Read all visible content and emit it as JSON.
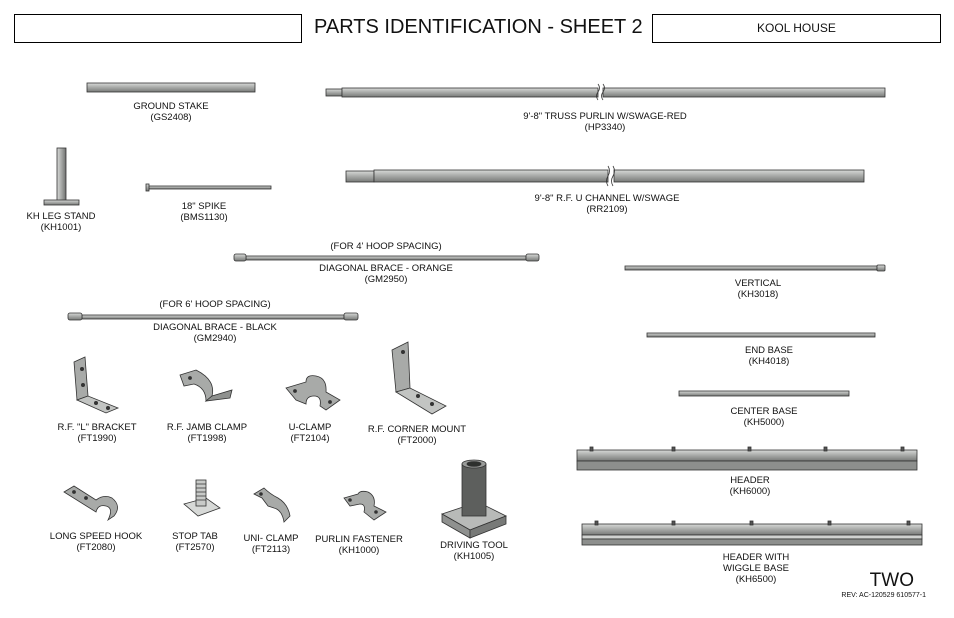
{
  "header": {
    "title": "PARTS IDENTIFICATION - SHEET 2",
    "brand": "KOOL HOUSE"
  },
  "parts": [
    {
      "key": "ground_stake",
      "name": "GROUND STAKE",
      "code": "(GS2408)"
    },
    {
      "key": "truss_purlin",
      "name": "9'-8\" TRUSS PURLIN W/SWAGE-RED",
      "code": "(HP3340)"
    },
    {
      "key": "leg_stand",
      "name": "KH LEG STAND",
      "code": "(KH1001)"
    },
    {
      "key": "spike",
      "name": "18\" SPIKE",
      "code": "(BMS1130)"
    },
    {
      "key": "u_channel",
      "name": "9'-8\" R.F. U CHANNEL W/SWAGE",
      "code": "(RR2109)"
    },
    {
      "key": "brace_orange",
      "note": "(FOR 4' HOOP SPACING)",
      "name": "DIAGONAL BRACE - ORANGE",
      "code": "(GM2950)"
    },
    {
      "key": "vertical",
      "name": "VERTICAL",
      "code": "(KH3018)"
    },
    {
      "key": "brace_black",
      "note": "(FOR 6' HOOP SPACING)",
      "name": "DIAGONAL BRACE - BLACK",
      "code": "(GM2940)"
    },
    {
      "key": "end_base",
      "name": "END BASE",
      "code": "(KH4018)"
    },
    {
      "key": "l_bracket",
      "name": "R.F. \"L\" BRACKET",
      "code": "(FT1990)"
    },
    {
      "key": "jamb_clamp",
      "name": "R.F. JAMB CLAMP",
      "code": "(FT1998)"
    },
    {
      "key": "u_clamp",
      "name": "U-CLAMP",
      "code": "(FT2104)"
    },
    {
      "key": "corner_mount",
      "name": "R.F. CORNER MOUNT",
      "code": "(FT2000)"
    },
    {
      "key": "center_base",
      "name": "CENTER BASE",
      "code": "(KH5000)"
    },
    {
      "key": "header",
      "name": "HEADER",
      "code": "(KH6000)"
    },
    {
      "key": "speed_hook",
      "name": "LONG SPEED HOOK",
      "code": "(FT2080)"
    },
    {
      "key": "stop_tab",
      "name": "STOP TAB",
      "code": "(FT2570)"
    },
    {
      "key": "uni_clamp",
      "name": "UNI- CLAMP",
      "code": "(FT2113)"
    },
    {
      "key": "purlin_fastener",
      "name": "PURLIN FASTENER",
      "code": "(KH1000)"
    },
    {
      "key": "driving_tool",
      "name": "DRIVING TOOL",
      "code": "(KH1005)"
    },
    {
      "key": "header_wiggle",
      "name": "HEADER WITH",
      "name2": "WIGGLE BASE",
      "code": "(KH6500)"
    }
  ],
  "footer": {
    "sheet": "TWO",
    "rev": "REV: AC-120529   610577-1"
  },
  "colors": {
    "metal": "#a8aaa8",
    "metal_dark": "#6e706e",
    "metal_light": "#c9cbc9",
    "stroke": "#333333"
  }
}
